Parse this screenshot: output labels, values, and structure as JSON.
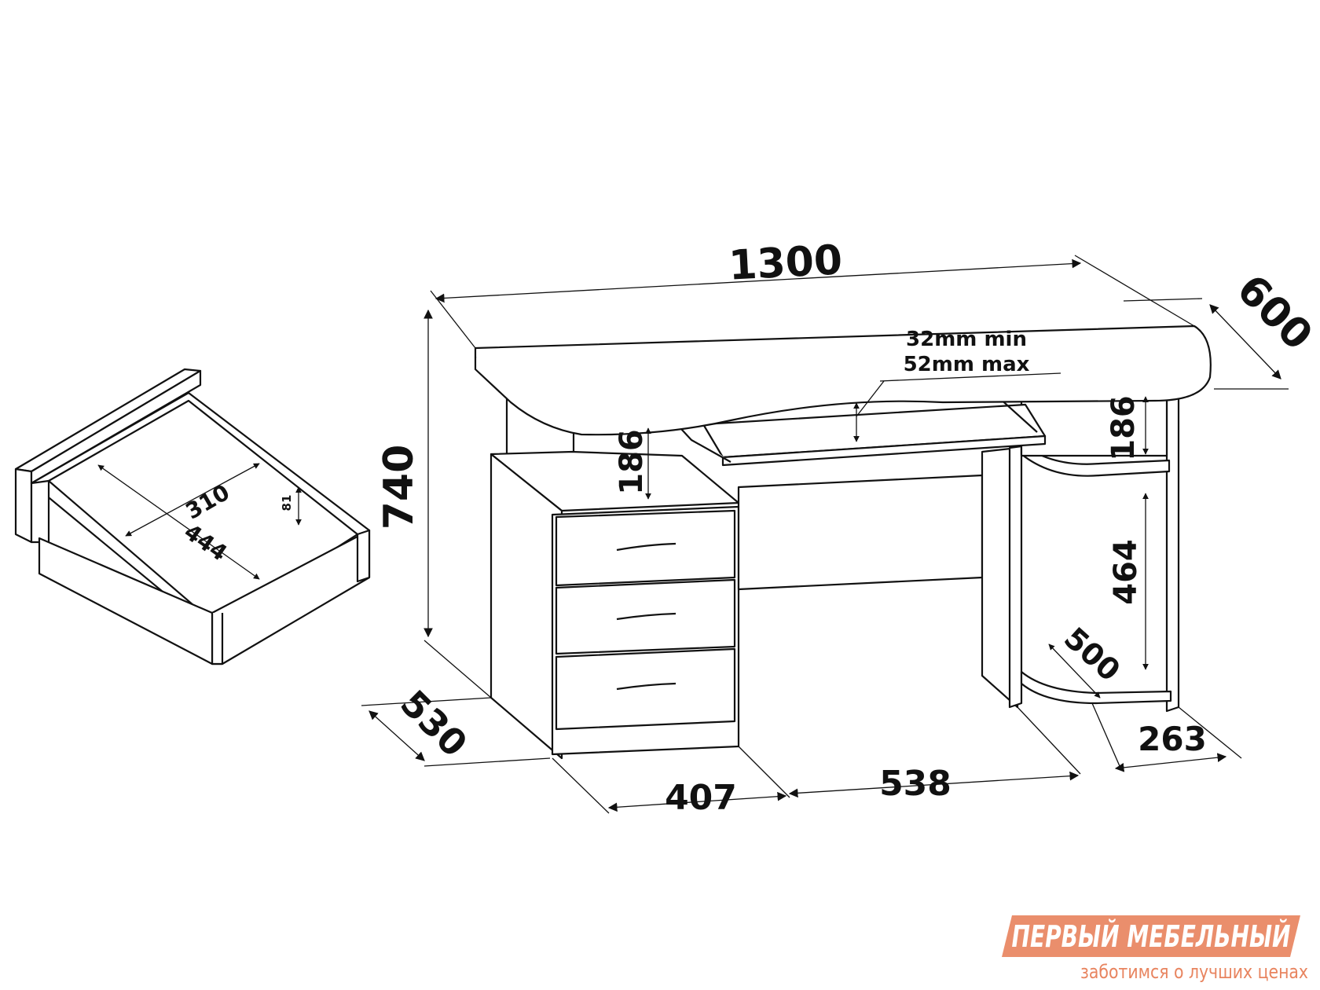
{
  "dimensions": {
    "width_total": "1300",
    "depth_total": "600",
    "height_total": "740",
    "keyboard_min": "32mm min",
    "keyboard_max": "52mm max",
    "shelf_left_height": "186",
    "shelf_right_height": "186",
    "right_niche_height": "464",
    "right_shelf_depth": "500",
    "right_width": "263",
    "center_width": "538",
    "pedestal_width": "407",
    "pedestal_depth": "530"
  },
  "drawer": {
    "inner_width": "310",
    "inner_depth": "444",
    "height": "81"
  },
  "brand": {
    "name": "ПЕРВЫЙ МЕБЕЛЬНЫЙ",
    "slogan": "заботимся о лучших ценах",
    "color": "#e8845f"
  }
}
